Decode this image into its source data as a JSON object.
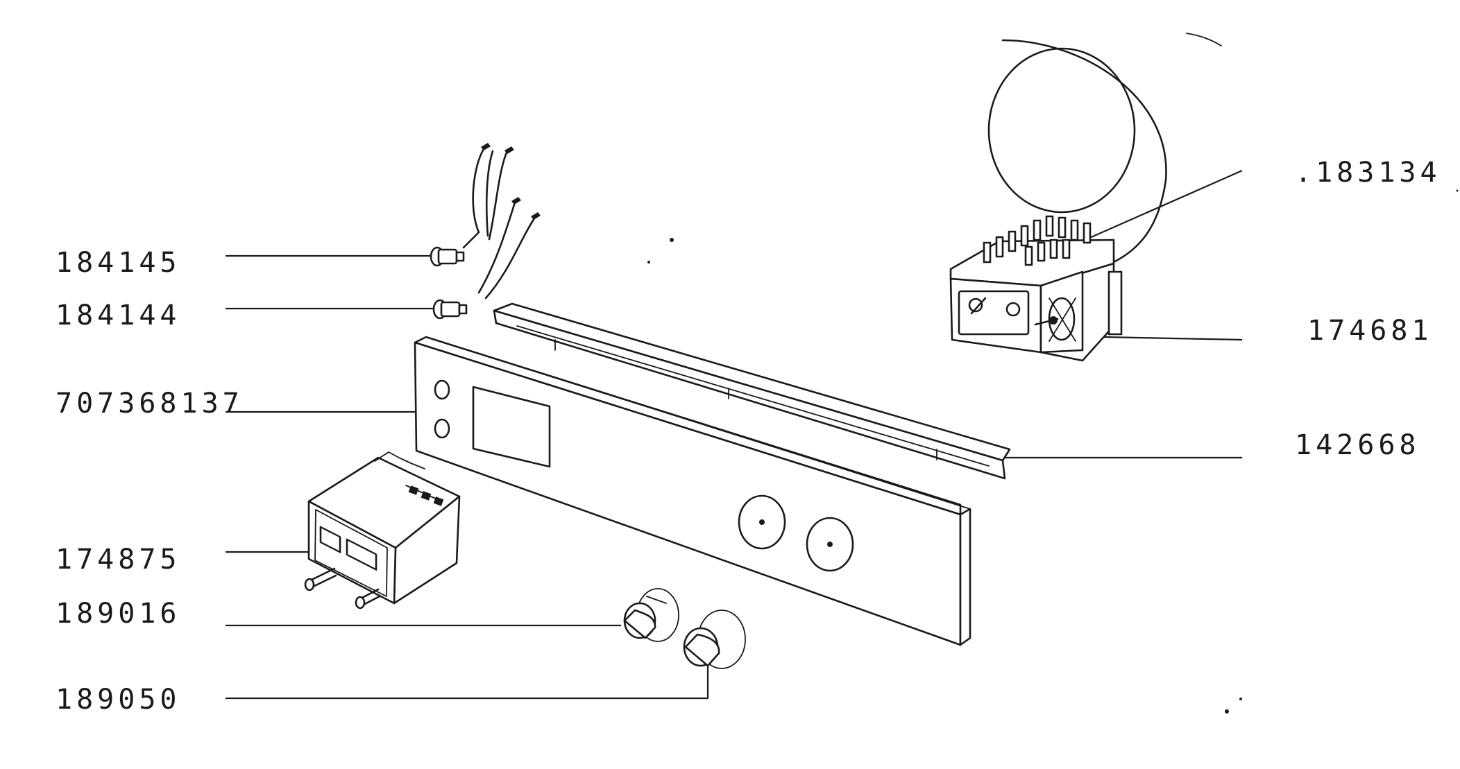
{
  "diagram": {
    "callouts": [
      {
        "key": "wiring_loom",
        "label": "184145"
      },
      {
        "key": "warning_lamp",
        "label": "184144"
      },
      {
        "key": "control_panel",
        "label": "707368137"
      },
      {
        "key": "timer_clock",
        "label": "174875"
      },
      {
        "key": "knob_small",
        "label": "189016"
      },
      {
        "key": "knob_large",
        "label": "189050"
      },
      {
        "key": "thermostat",
        "label": ".183134"
      },
      {
        "key": "selector_switch",
        "label": "174681"
      },
      {
        "key": "trim_strip",
        "label": "142668"
      }
    ]
  }
}
